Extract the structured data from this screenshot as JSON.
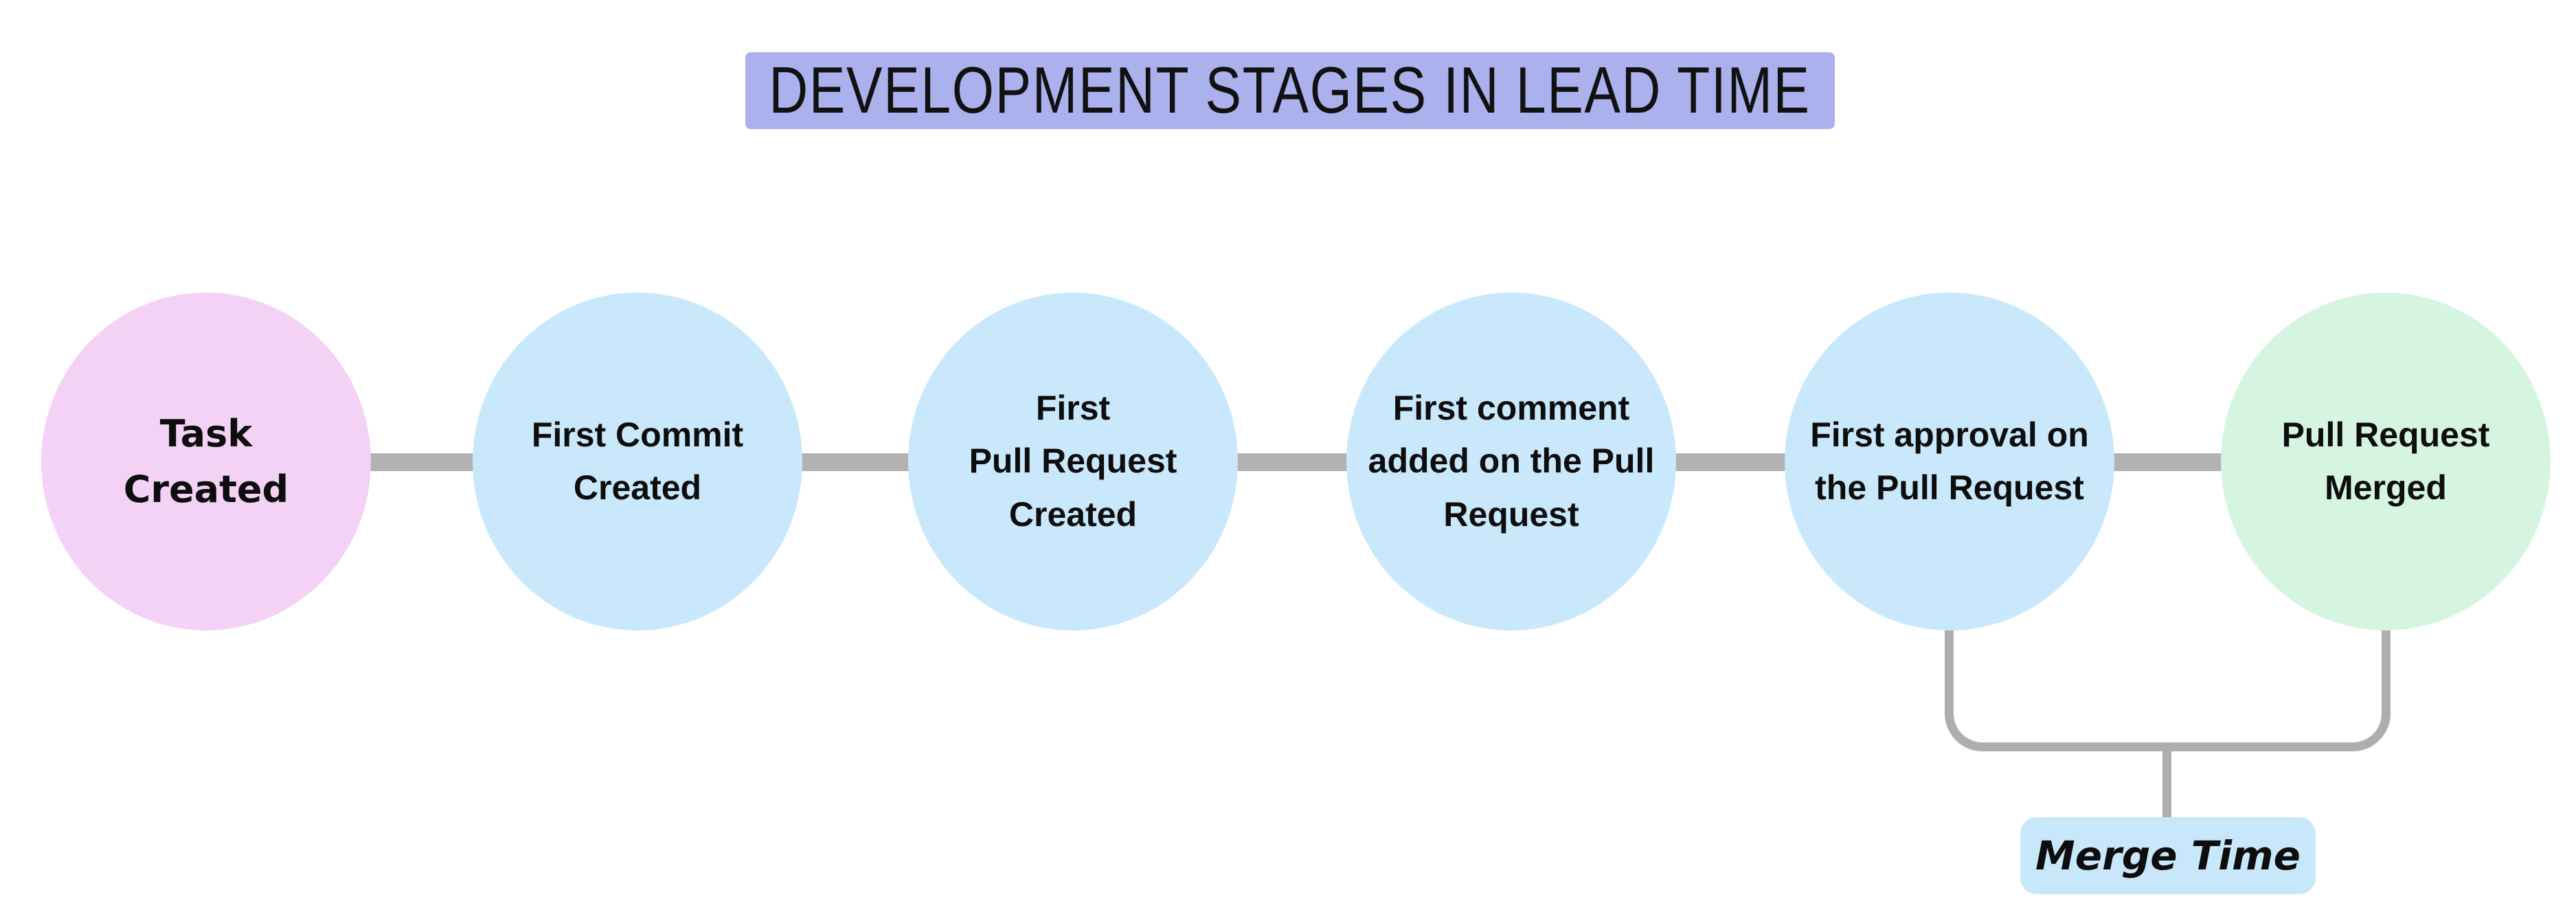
{
  "title": {
    "text": "DEVELOPMENT STAGES IN LEAD TIME",
    "background_color": "#aab1ed"
  },
  "stages": [
    {
      "label": "Task\nCreated",
      "color": "#f4d2f6",
      "role": "start"
    },
    {
      "label": "First Commit\nCreated",
      "color": "#c9e8fb",
      "role": "middle"
    },
    {
      "label": "First\nPull Request\nCreated",
      "color": "#c9e8fb",
      "role": "middle"
    },
    {
      "label": "First comment\nadded on the Pull\nRequest",
      "color": "#c9e8fb",
      "role": "middle"
    },
    {
      "label": "First approval on\nthe Pull Request",
      "color": "#c9e8fb",
      "role": "middle"
    },
    {
      "label": "Pull Request\nMerged",
      "color": "#d5f5e1",
      "role": "end"
    }
  ],
  "annotation": {
    "label": "Merge Time",
    "background_color": "#c8e7fb",
    "spans_from": "First approval on the Pull Request",
    "spans_to": "Pull Request Merged"
  },
  "connector": {
    "color": "#b2b2b2",
    "bracket_color": "#aeaeae"
  }
}
